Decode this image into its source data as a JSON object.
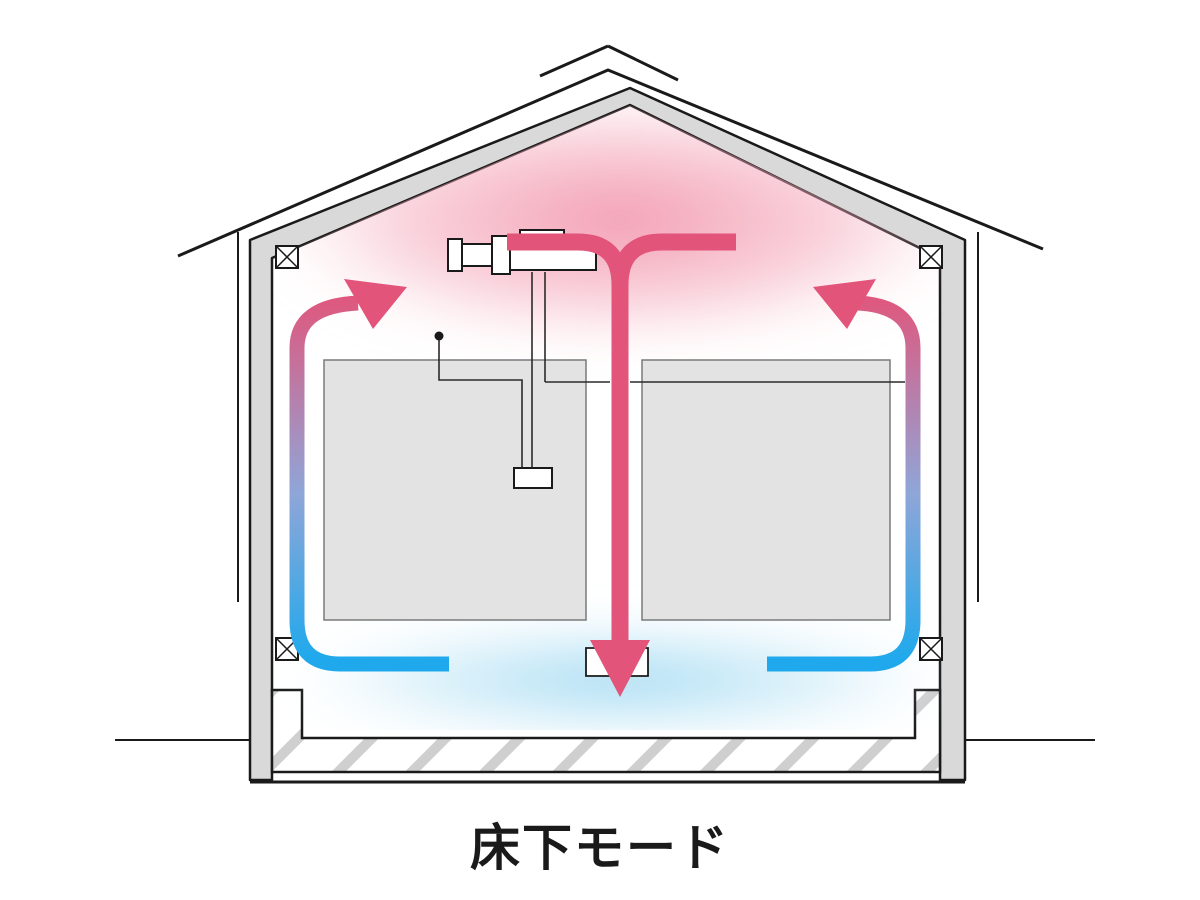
{
  "caption": "床下モード",
  "colors": {
    "warm_air": "#e3547a",
    "cool_air": "#1fa9ec",
    "warm_glow": "#f4a3b6",
    "cool_glow": "#a9dcf2",
    "wall_fill": "#d9d9d9",
    "line": "#1a1a1a"
  },
  "icons": [
    "vent-x-icon",
    "air-conditioner-unit",
    "thermostat-controller"
  ]
}
